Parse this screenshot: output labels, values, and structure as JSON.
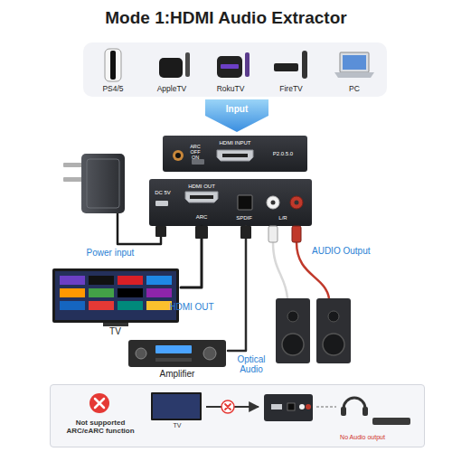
{
  "diagram": {
    "title": "Mode 1:HDMI Audio Extractor",
    "nodes": [
      {
        "text": [
          "PS4/5"
        ]
      },
      {
        "text": [
          "AppleTV"
        ]
      },
      {
        "text": [
          "RokuTV"
        ]
      },
      {
        "text": [
          "FireTV"
        ]
      },
      {
        "text": [
          "PC"
        ]
      },
      {
        "text": [
          "Input"
        ]
      },
      {
        "text": [
          "ARC OFF ON",
          "HDMI INPUT",
          "P2.0.5.0"
        ]
      },
      {
        "text": [
          "DC 5V",
          "HDMI OUT",
          "ARC",
          "SPDIF",
          "L/R"
        ]
      },
      {
        "text": [
          "TV"
        ]
      },
      {
        "text": [
          "Amplifier"
        ]
      },
      {
        "text": [
          "Not supported ARC/eARC function",
          "No Audio output"
        ]
      },
      {
        "text": [
          "TV"
        ],
        "in": 10
      }
    ],
    "edges": [
      {
        "from": 7,
        "to": 8,
        "arrow": "none",
        "label": "HDMI OUT"
      },
      {
        "from": 7,
        "to": 9,
        "arrow": "none",
        "label": "Optical Audio"
      }
    ],
    "labels": [
      "Power input",
      "AUDIO Output"
    ]
  }
}
